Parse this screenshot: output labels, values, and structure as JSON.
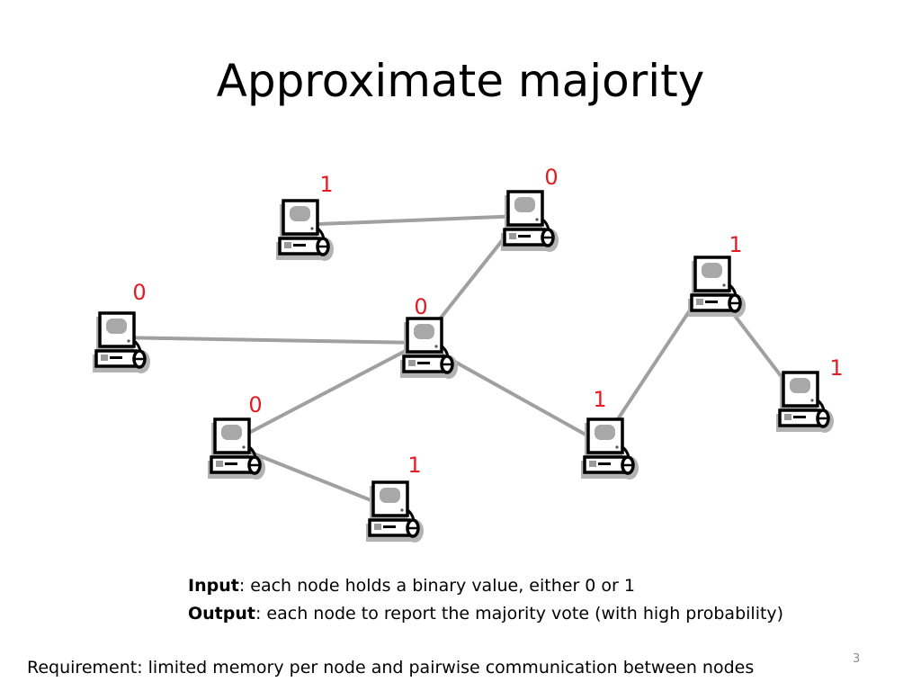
{
  "slide": {
    "title": "Approximate majority",
    "page_number": "3",
    "input_label": "Input",
    "input_text": ": each node holds a binary value, either 0 or 1",
    "output_label": "Output",
    "output_text": ": each node to report the majority vote (with high probability)",
    "requirement": "Requirement: limited memory per node and pairwise communication between nodes"
  },
  "colors": {
    "label": "#e31c23",
    "edge": "#a0a0a0",
    "screen": "#a8a8a8",
    "shadow": "#b3b3b3"
  },
  "icon": "computer-icon",
  "nodes": [
    {
      "id": "n1",
      "value": "1"
    },
    {
      "id": "n2",
      "value": "0"
    },
    {
      "id": "n3",
      "value": "1"
    },
    {
      "id": "n4",
      "value": "0"
    },
    {
      "id": "n5",
      "value": "0"
    },
    {
      "id": "n6",
      "value": "1"
    },
    {
      "id": "n7",
      "value": "0"
    },
    {
      "id": "n8",
      "value": "1"
    },
    {
      "id": "n9",
      "value": "1"
    }
  ],
  "edges": [
    [
      "n1",
      "n2"
    ],
    [
      "n2",
      "n5"
    ],
    [
      "n4",
      "n5"
    ],
    [
      "n5",
      "n7"
    ],
    [
      "n5",
      "n8"
    ],
    [
      "n7",
      "n9"
    ],
    [
      "n8",
      "n3"
    ],
    [
      "n3",
      "n6"
    ]
  ]
}
